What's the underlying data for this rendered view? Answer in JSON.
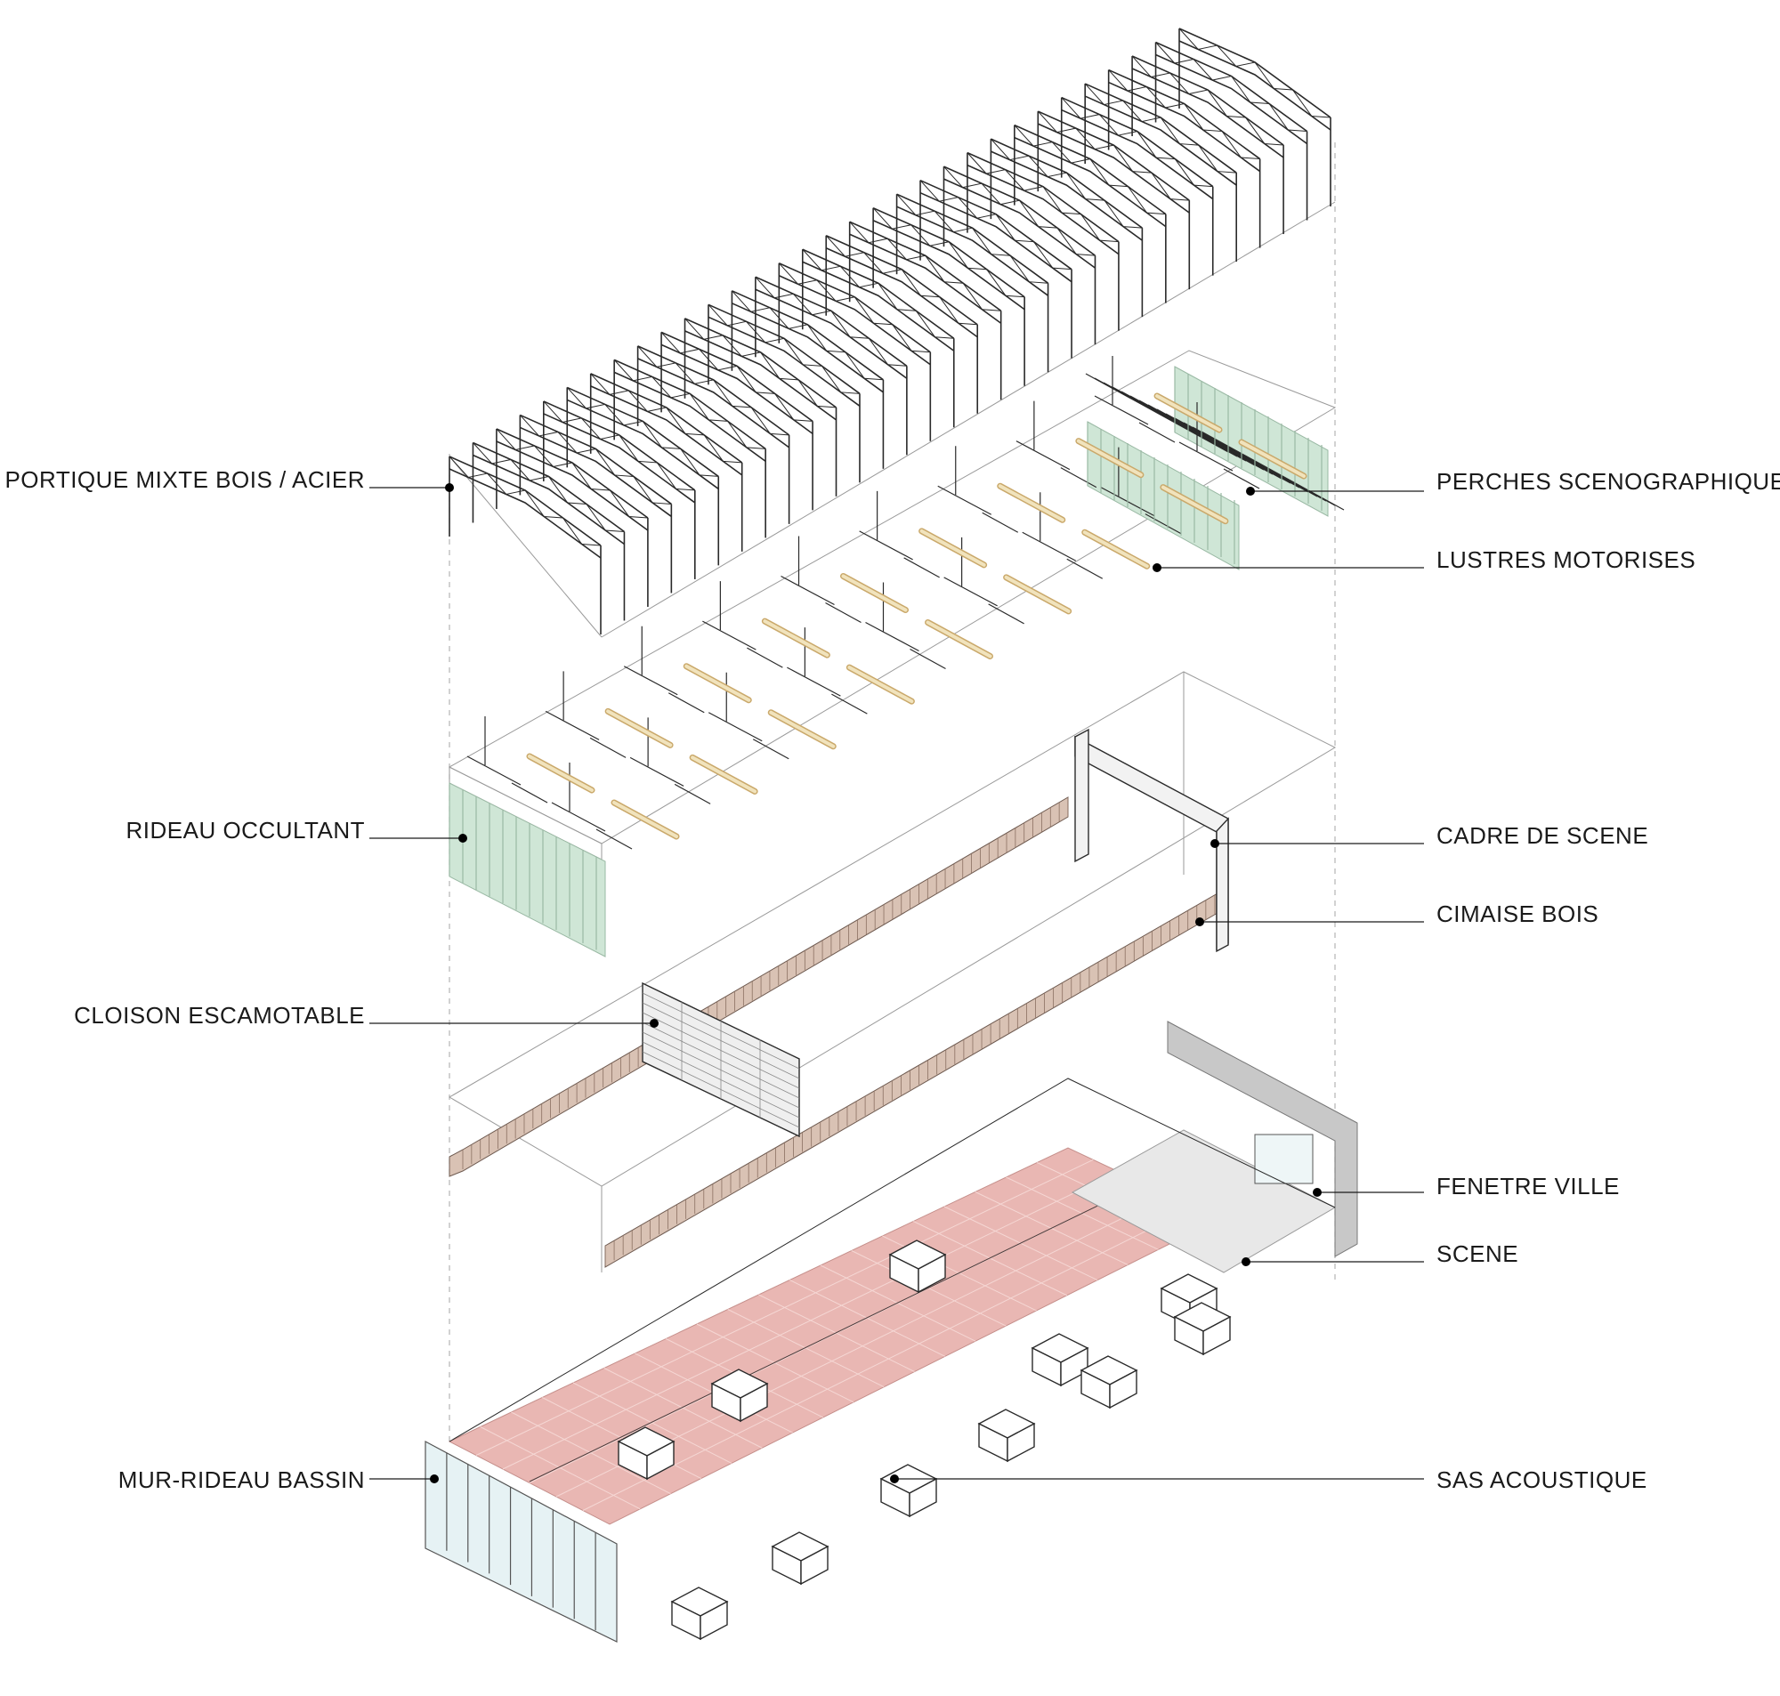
{
  "labels": {
    "left": [
      "PORTIQUE MIXTE BOIS / ACIER",
      "RIDEAU OCCULTANT",
      "CLOISON ESCAMOTABLE",
      "MUR-RIDEAU BASSIN"
    ],
    "right": [
      "PERCHES SCENOGRAPHIQUES",
      "LUSTRES MOTORISES",
      "CADRE DE SCENE",
      "CIMAISE BOIS",
      "FENETRE VILLE",
      "SCENE",
      "SAS ACOUSTIQUE"
    ]
  },
  "colors": {
    "line": "#2a2a2a",
    "thin_line": "#9a9a9a",
    "curtain_green": "#cfe6d6",
    "wood": "#d9c2b4",
    "floor_pink": "#e9b7b3",
    "stage_grey": "#e8e8e8",
    "wall_grey": "#c8c8c8",
    "lustre": "#e7d3a2",
    "glass": "#e6f2f4"
  }
}
